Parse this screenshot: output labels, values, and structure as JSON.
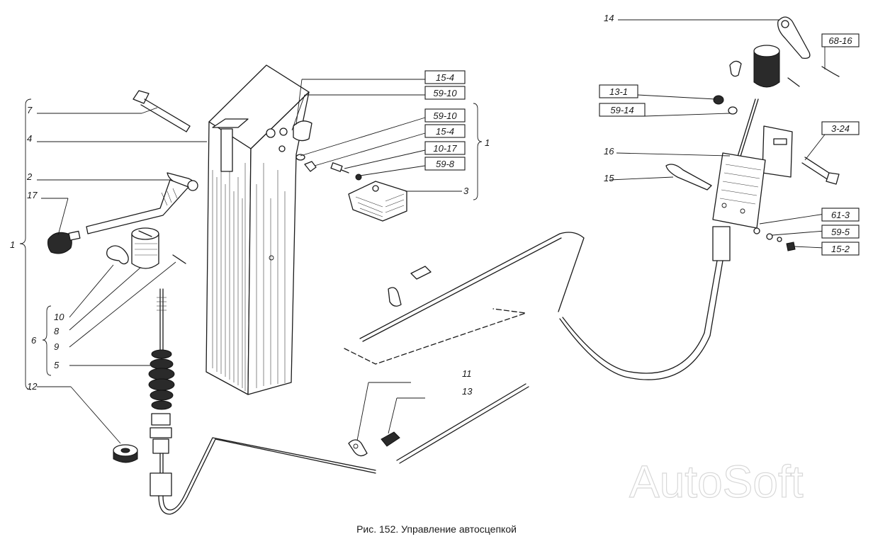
{
  "caption": "Рис. 152. Управление автосцепкой",
  "watermark": "AutoSoft",
  "callouts": {
    "c7": "7",
    "c4": "4",
    "c2": "2",
    "c17": "17",
    "c1": "1",
    "c10": "10",
    "c8": "8",
    "c6": "6",
    "c9": "9",
    "c5": "5",
    "c12": "12",
    "c11": "11",
    "c13": "13",
    "c14": "14",
    "c16": "16",
    "c15": "15",
    "c3": "3",
    "c1b": "1"
  },
  "boxes": {
    "b15_4a": "15-4",
    "b59_10a": "59-10",
    "b59_10b": "59-10",
    "b15_4b": "15-4",
    "b10_17": "10-17",
    "b59_8": "59-8",
    "b68_16": "68-16",
    "b13_1": "13-1",
    "b59_14": "59-14",
    "b3_24": "3-24",
    "b61_3": "61-3",
    "b59_5": "59-5",
    "b15_2": "15-2"
  }
}
